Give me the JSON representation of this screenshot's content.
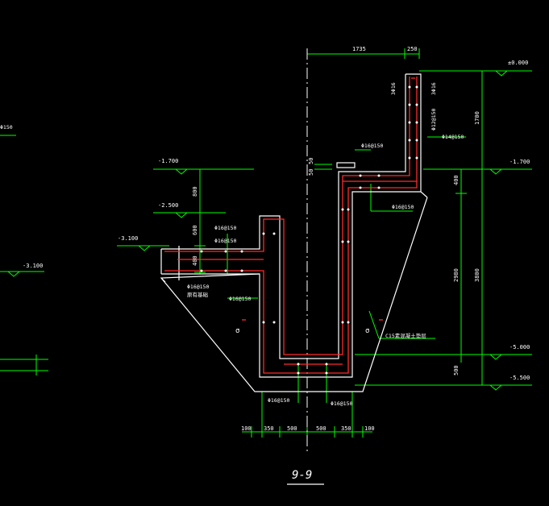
{
  "drawing": {
    "section_title": "9-9",
    "levels": {
      "top": "±0.000",
      "right_upper": "-1.700",
      "right_lower1": "-5.000",
      "right_lower2": "-5.500",
      "left_1": "-1.700",
      "left_2": "-2.500",
      "left_3": "-3.100",
      "far_left": "-3.100"
    },
    "dims_top": {
      "a": "1735",
      "b": "250"
    },
    "dims_bottom": [
      "100",
      "350",
      "500",
      "500",
      "350",
      "100"
    ],
    "dims_right": {
      "d1": "1700",
      "d2": "400",
      "d3": "2980",
      "d4": "3800",
      "d5": "500"
    },
    "dims_left": {
      "l1": "800",
      "l2": "600",
      "l3": "400"
    },
    "dims_mid": {
      "m1": "50",
      "m2": "50"
    },
    "rebar_labels": {
      "r1": "3Φ16",
      "r2": "3Φ16",
      "r3": "Φ12@150",
      "r4": "Φ14@150",
      "r5": "Φ16@150",
      "r6": "Φ16@150",
      "r7": "Φ16@150",
      "r8": "Φ16@150",
      "r9": "Φ16@150",
      "r10": "Φ16@150",
      "r11": "Φ16@150",
      "r12": "Φ16@150"
    },
    "notes": {
      "c15": "C15素混凝土垫层",
      "left_note": "原有基础",
      "far_left_top": "Φ150"
    },
    "colors": {
      "bg": "#000000",
      "outline": "#ffffff",
      "rebar": "#ff2a2a",
      "dim": "#00ff00",
      "text": "#ffffff",
      "label": "#ffffff"
    }
  }
}
